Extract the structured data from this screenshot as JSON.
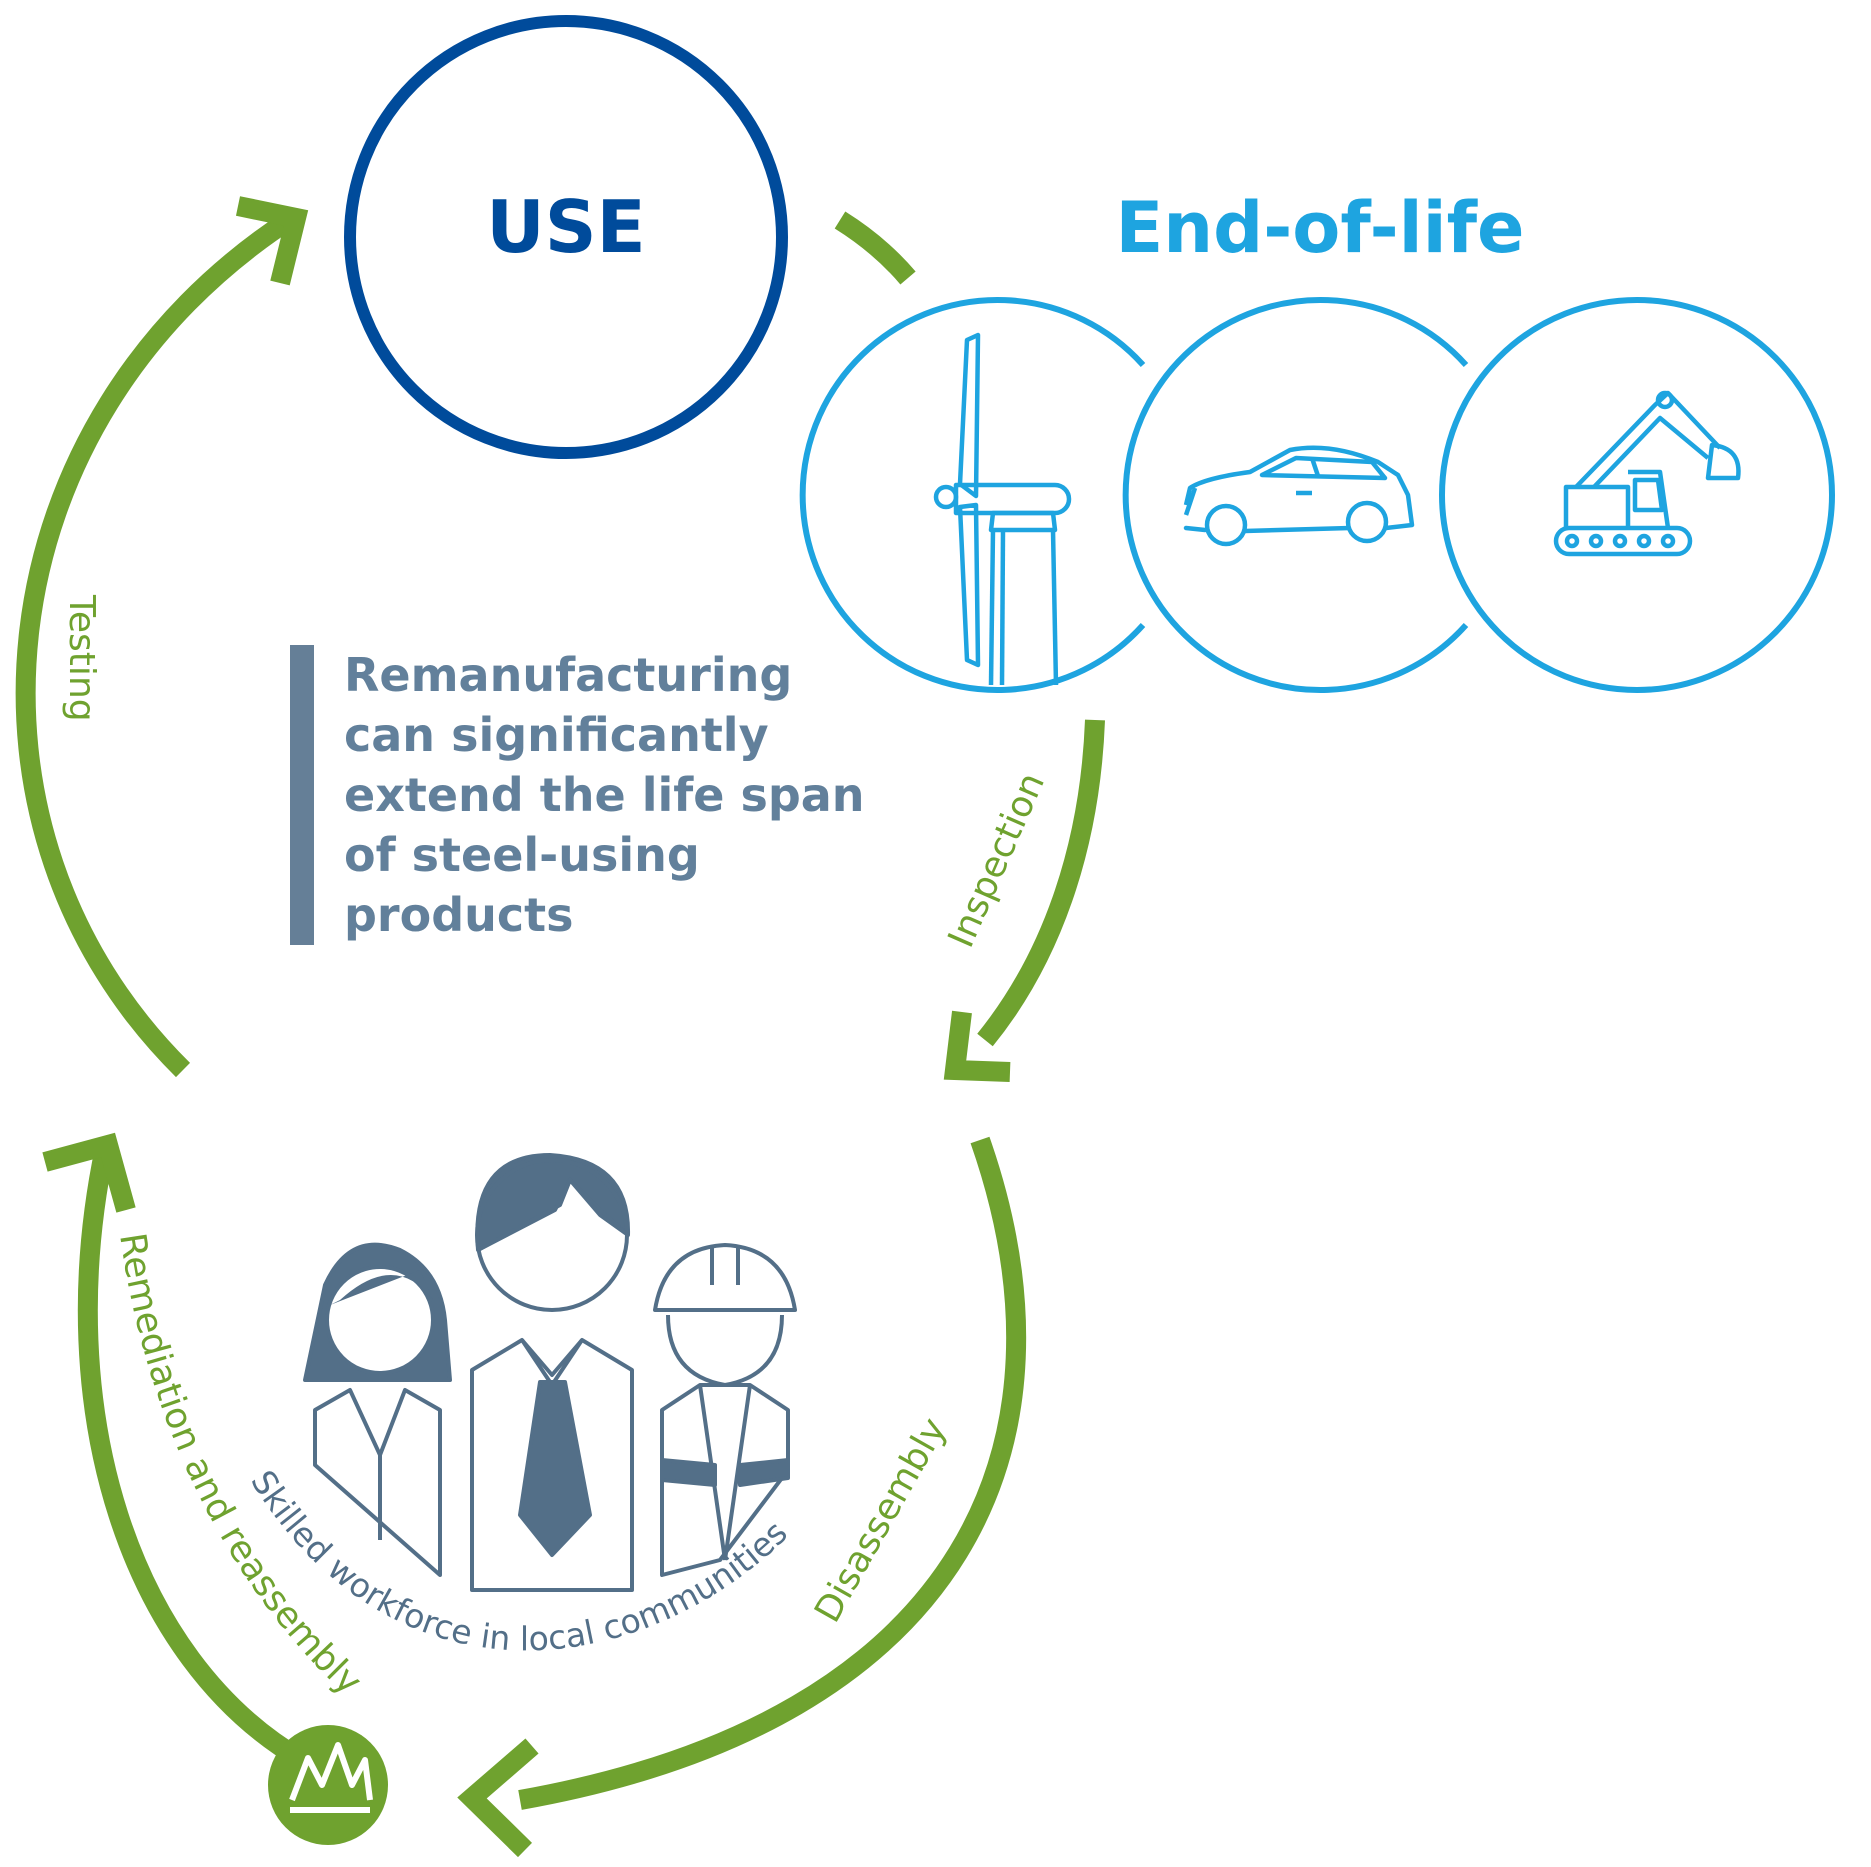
{
  "use_label": "USE",
  "end_of_life_title": "End-of-life",
  "quote_lines": [
    "Remanufacturing",
    "can significantly",
    "extend the life span",
    "of steel-using",
    "products"
  ],
  "steps": {
    "testing": "Testing",
    "inspection": "Inspection",
    "disassembly": "Disassembly",
    "remediation": "Remediation and reassembly"
  },
  "workforce_label": "Skilled workforce in local communities",
  "icons": [
    "wind-turbine-icon",
    "car-icon",
    "excavator-icon",
    "people-icon",
    "worldsteel-logo-icon"
  ],
  "colors": {
    "dark_blue": "#004b9b",
    "light_blue": "#1ea4e0",
    "green": "#6fa22f",
    "slate": "#536f88",
    "quote_text": "#62809b"
  }
}
